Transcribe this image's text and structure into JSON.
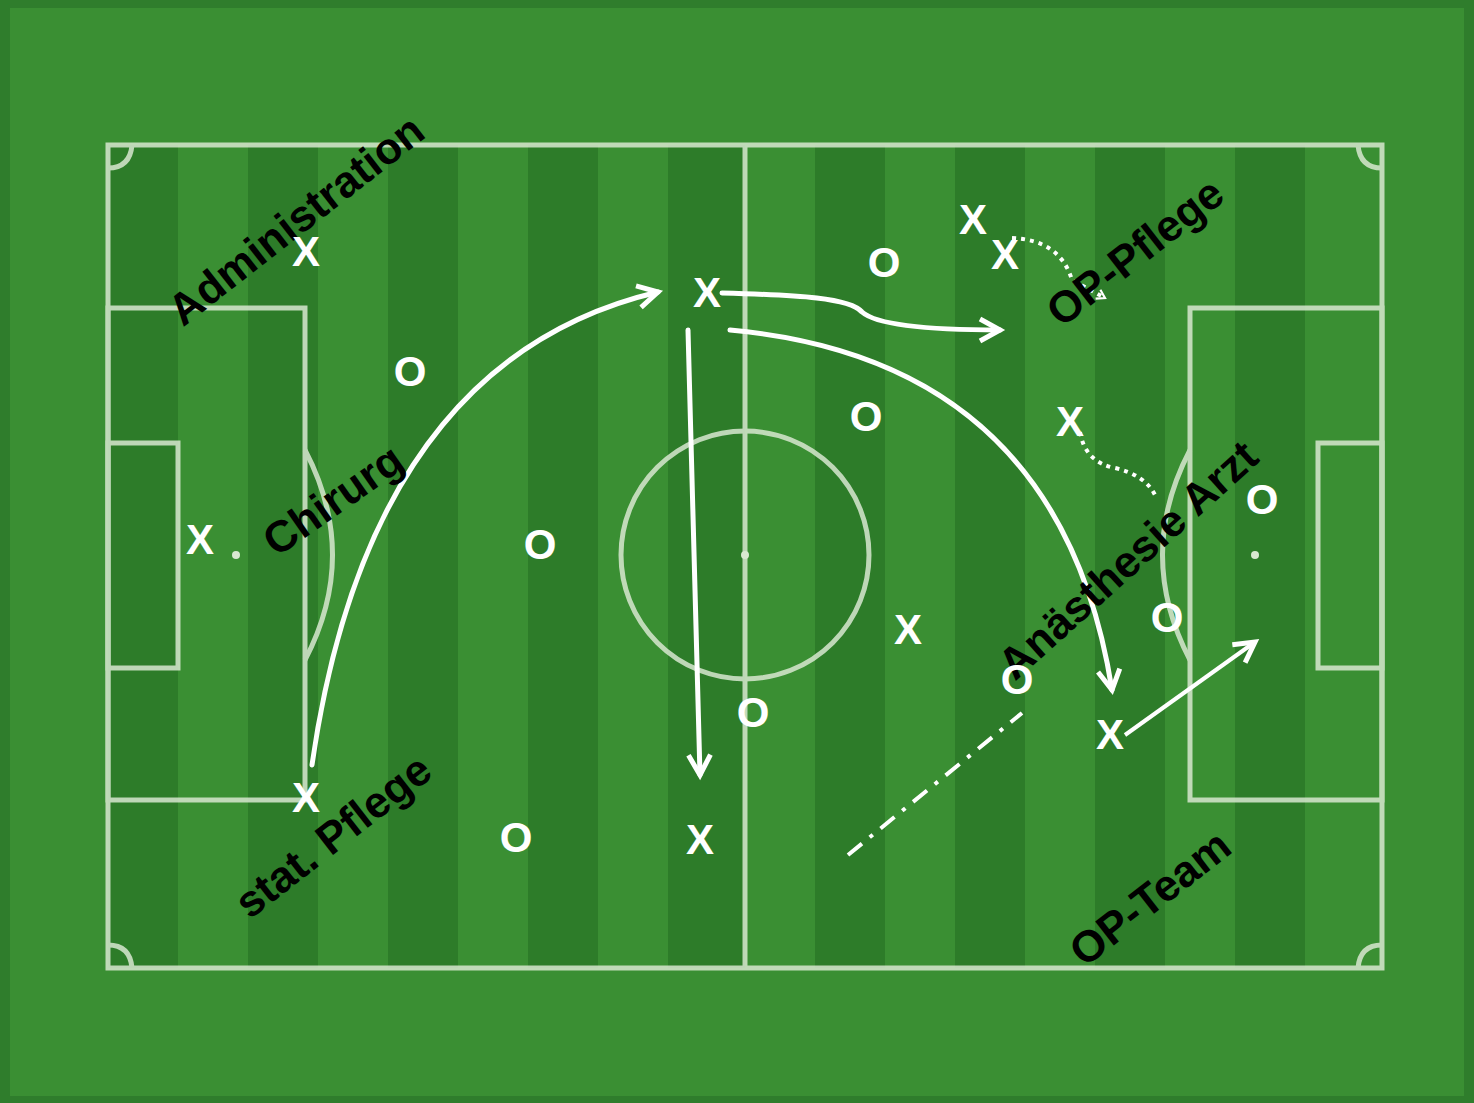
{
  "diagram": {
    "labels": [
      "Administration",
      "Chirurg",
      "stat. Pflege",
      "OP-Pflege",
      "Anästhesie Arzt",
      "OP-Team",
      "X",
      "X",
      "X",
      "X",
      "X",
      "X",
      "X",
      "X",
      "X",
      "X",
      "O",
      "O",
      "O",
      "O",
      "O",
      "O",
      "O",
      "O",
      "O"
    ]
  }
}
